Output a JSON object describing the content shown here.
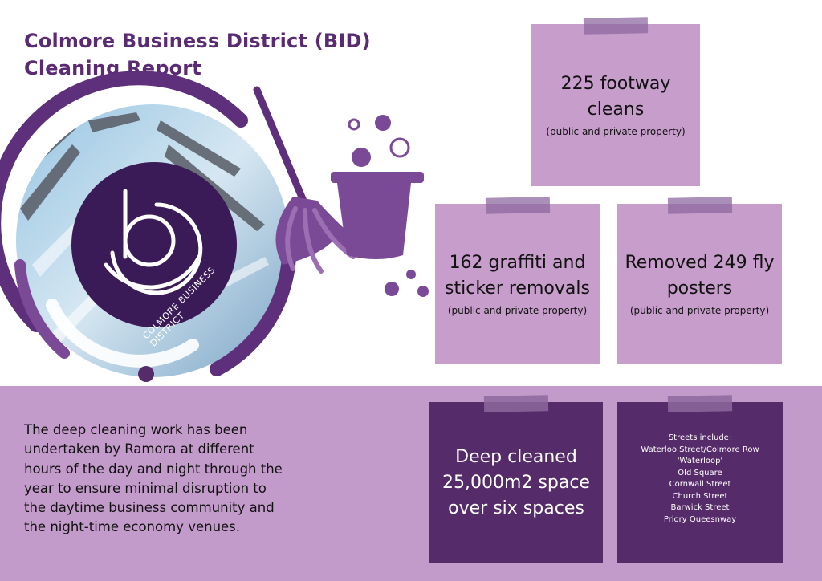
{
  "header": {
    "title_line1": "Colmore Business District (BID)",
    "title_line2": "Cleaning Report"
  },
  "logo": {
    "text": "COLMORE BUSINESS DISTRICT"
  },
  "stats": {
    "footway": {
      "headline_1": "225 footway",
      "headline_2": "cleans",
      "subtext": "(public and private property)"
    },
    "graffiti": {
      "headline_1": "162 graffiti and",
      "headline_2": "sticker removals",
      "subtext": "(public and private property)"
    },
    "posters": {
      "headline_1": "Removed 249 fly",
      "headline_2": "posters",
      "subtext": "(public and private property)"
    },
    "deep_clean": {
      "line_1": "Deep cleaned",
      "line_2": "25,000m2 space",
      "line_3": "over six spaces"
    }
  },
  "streets": {
    "heading": "Streets include:",
    "items": [
      "Waterloo Street/Colmore Row",
      "'Waterloop'",
      "Old Square",
      "Cornwall Street",
      "Church Street",
      "Barwick Street",
      "Priory Queesnway"
    ]
  },
  "body": {
    "line_1": "The deep cleaning work has been",
    "line_2": "undertaken by Ramora at different",
    "line_3": "hours of the day and night through the",
    "line_4": "year to ensure minimal disruption to",
    "line_5": "the daytime business community and",
    "line_6": "the night-time economy venues."
  },
  "colors": {
    "brand_purple": "#5a2b72",
    "light_note": "#c79dcb",
    "dark_note": "#562b69",
    "band": "#c39bca"
  }
}
